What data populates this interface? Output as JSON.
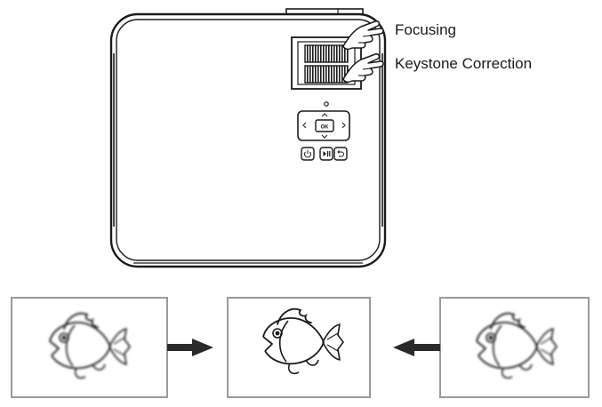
{
  "labels": {
    "focusing": "Focusing",
    "keystone": "Keystone Correction"
  },
  "keypad": {
    "ok": "OK"
  },
  "icons": {
    "finger": "pointing-hand-icon",
    "fish": "fish-icon",
    "arrow_right": "arrow-right-icon",
    "arrow_left": "arrow-left-icon"
  },
  "colors": {
    "line": "#1a1a1a",
    "frame": "#9a9a9a",
    "arrow": "#2a2a2a"
  },
  "fish_panels": [
    {
      "state": "blurred"
    },
    {
      "state": "sharp"
    },
    {
      "state": "blurred"
    }
  ]
}
